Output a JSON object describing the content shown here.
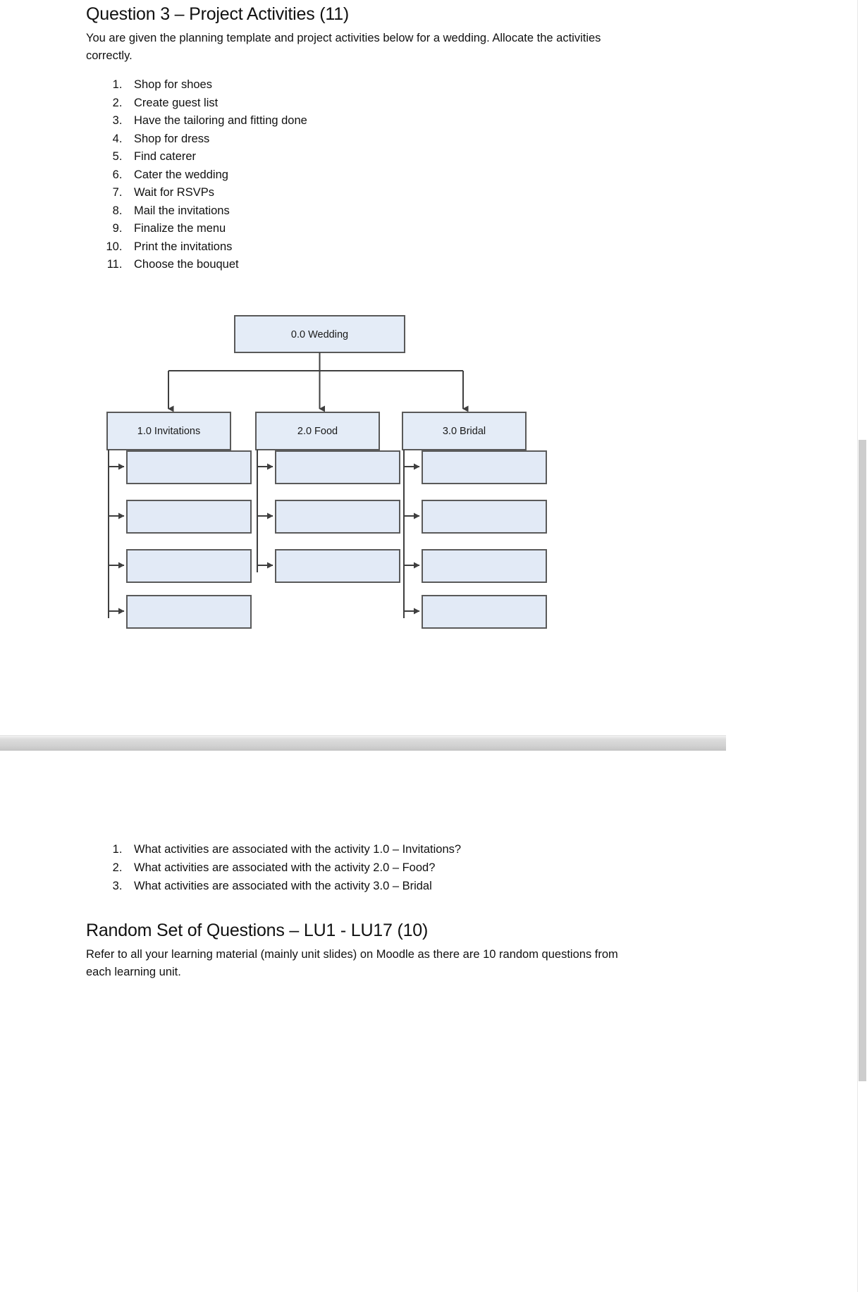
{
  "document": {
    "question_title": "Question 3 – Project Activities (11)",
    "question_intro": "You are given the planning template and project activities below for a wedding. Allocate the activities correctly.",
    "activities": [
      "Shop for shoes",
      "Create guest list",
      "Have the tailoring and fitting done",
      "Shop for dress",
      "Find caterer",
      "Cater the wedding",
      "Wait for RSVPs",
      "Mail the invitations",
      "Finalize the menu",
      "Print the invitations",
      "Choose the bouquet"
    ],
    "subquestions": [
      "What activities are associated with the activity 1.0 – Invitations?",
      "What activities are associated with the activity 2.0 – Food?",
      "What activities are associated with the activity 3.0 – Bridal"
    ],
    "random_section_title": "Random Set of Questions – LU1 - LU17 (10)",
    "random_section_body": "Refer to all your learning material (mainly unit slides) on Moodle as there are 10 random questions from each learning unit."
  },
  "wbs_diagram": {
    "root": "0.0 Wedding",
    "branches": [
      {
        "label": "1.0 Invitations",
        "empty_slots": 4
      },
      {
        "label": "2.0 Food",
        "empty_slots": 3
      },
      {
        "label": "3.0 Bridal",
        "empty_slots": 4
      }
    ],
    "colors": {
      "box_fill": "#e4ecf7",
      "box_border": "#595959",
      "connector": "#3f3f3f"
    }
  },
  "viewer": {
    "scrollbar_visible": true
  }
}
